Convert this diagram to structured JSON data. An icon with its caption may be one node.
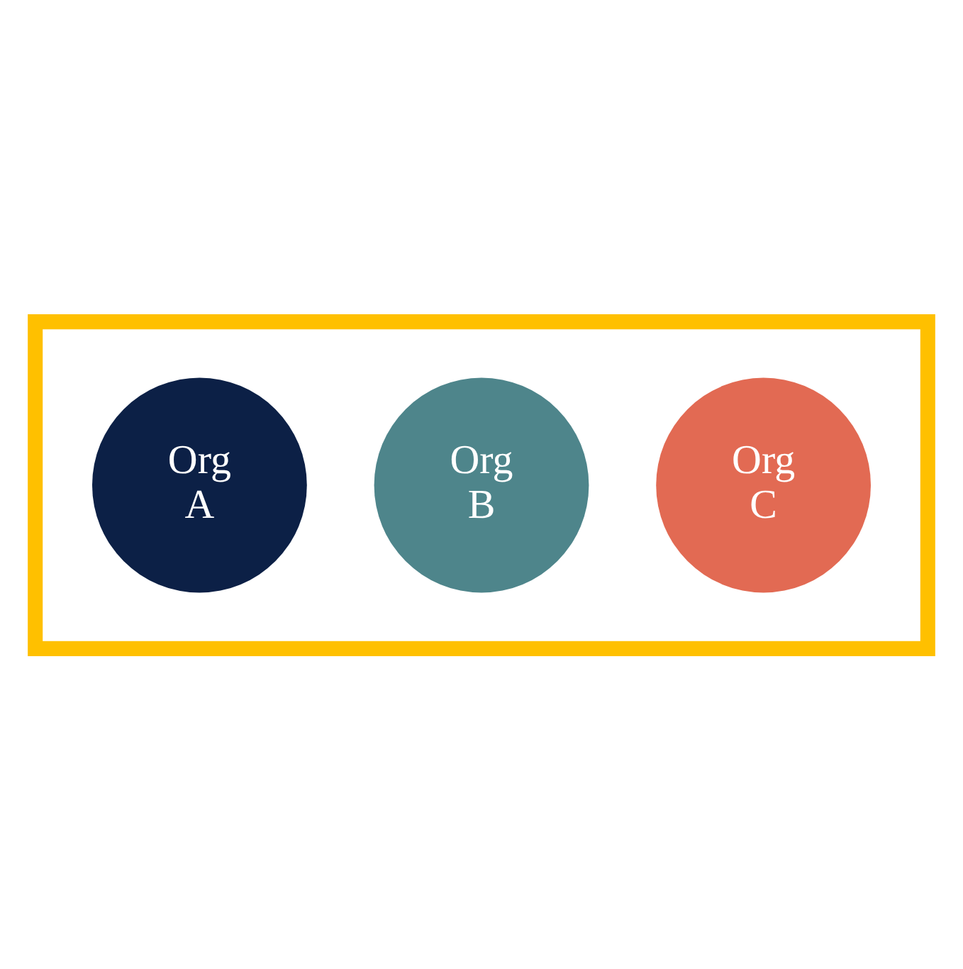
{
  "diagram": {
    "nodes": [
      {
        "text": [],
        "shape": "box"
      },
      {
        "text": [
          "Org A"
        ],
        "in": 0
      },
      {
        "text": [
          "Org B"
        ],
        "in": 0
      },
      {
        "text": [
          "Org C"
        ],
        "in": 0
      }
    ]
  }
}
